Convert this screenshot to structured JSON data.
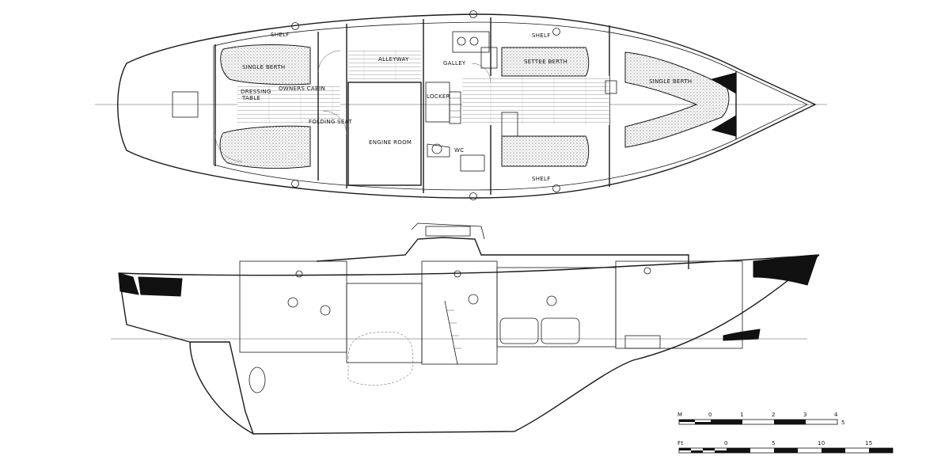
{
  "plan": {
    "labels": {
      "shelf_top_aft": "SHELF",
      "single_berth_aft": "SINGLE BERTH",
      "dressing_table_1": "DRESSING",
      "dressing_table_2": "TABLE",
      "owners_cabin": "OWNERS CABIN",
      "folding_seat": "FOLDING SEAT",
      "alleyway": "ALLEYWAY",
      "galley": "GALLEY",
      "locker": "LOCKER",
      "engine_room": "ENGINE ROOM",
      "wc": "WC",
      "shelf_top_fwd": "SHELF",
      "settee_berth": "SETTEE BERTH",
      "single_berth_fwd": "SINGLE BERTH",
      "shelf_bottom_fwd": "SHELF"
    }
  },
  "scales": {
    "upper_labels": [
      "M",
      "0",
      "1",
      "2",
      "3",
      "4",
      "5"
    ],
    "lower_labels": [
      "Ft",
      "0",
      "5",
      "10",
      "15"
    ]
  },
  "colors": {
    "ink": "#1a1a1a",
    "paper": "#ffffff"
  }
}
